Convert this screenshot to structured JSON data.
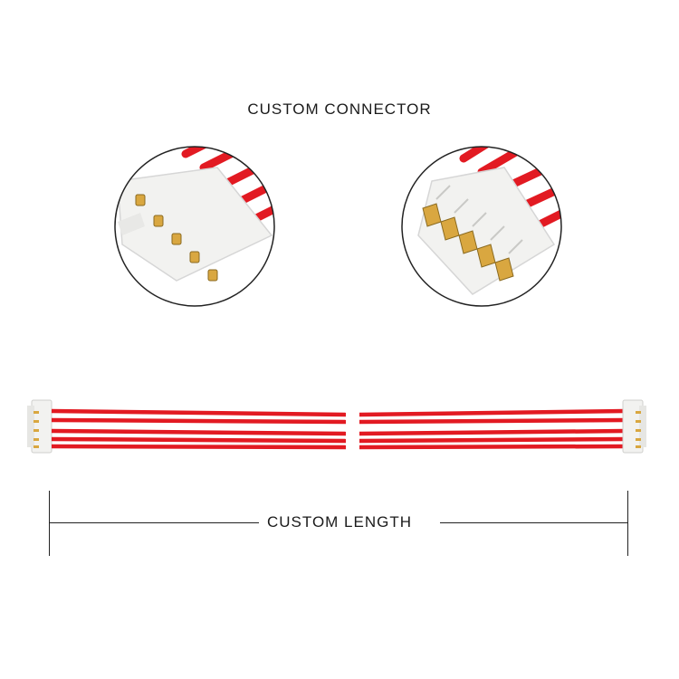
{
  "title": "CUSTOM CONNECTOR",
  "length_label": "CUSTOM LENGTH",
  "colors": {
    "wire": "#e21a22",
    "wire_highlight": "#ff6b70",
    "housing": "#f2f2f0",
    "pin": "#d9a740",
    "line": "#222222"
  },
  "wire_count": 5
}
